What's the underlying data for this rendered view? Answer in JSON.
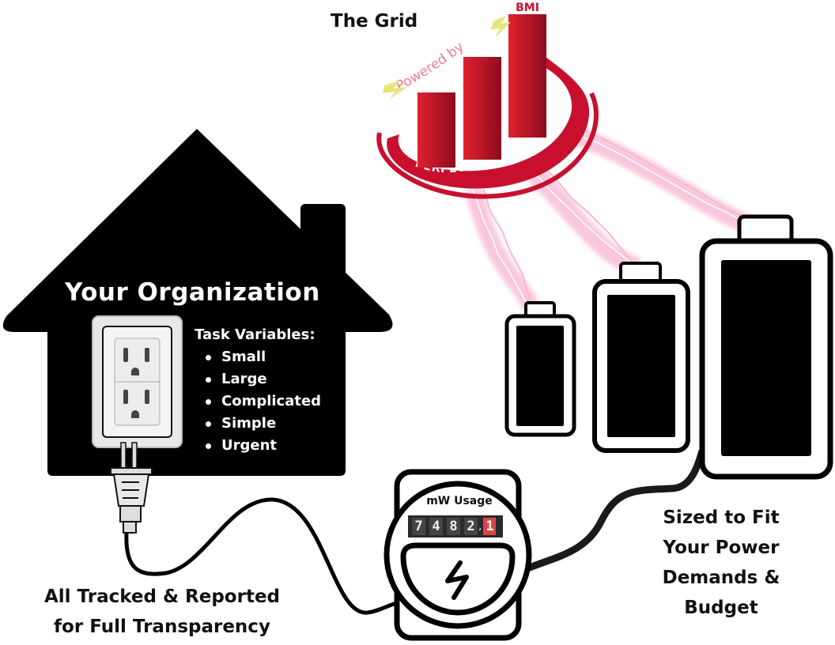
{
  "grid": {
    "title": "The Grid",
    "logo": {
      "powered_by": "Powered by",
      "brand": "BMI",
      "ring_text": "PERPETUAL REFINEMENT",
      "colors": {
        "red": "#c8102e",
        "dark_red": "#8e0c1f",
        "bolt": "#e4e67a",
        "lightning": "#f5a3c7"
      }
    }
  },
  "organization": {
    "title": "Your Organization",
    "task_heading": "Task Variables:",
    "task_variables": [
      "Small",
      "Large",
      "Complicated",
      "Simple",
      "Urgent"
    ]
  },
  "meter": {
    "label": "mW Usage",
    "digits": [
      "7",
      "4",
      "8",
      "2"
    ],
    "separator": ",",
    "decimal_digit": "1",
    "icon": "lightning-bolt-icon"
  },
  "batteries": [
    {
      "size": "small",
      "icon": "battery-icon"
    },
    {
      "size": "medium",
      "icon": "battery-icon"
    },
    {
      "size": "large",
      "icon": "battery-icon"
    }
  ],
  "captions": {
    "tracking": [
      "All Tracked & Reported",
      "for Full Transparency"
    ],
    "sizing": [
      "Sized to Fit",
      "Your Power",
      "Demands &",
      "Budget"
    ]
  }
}
